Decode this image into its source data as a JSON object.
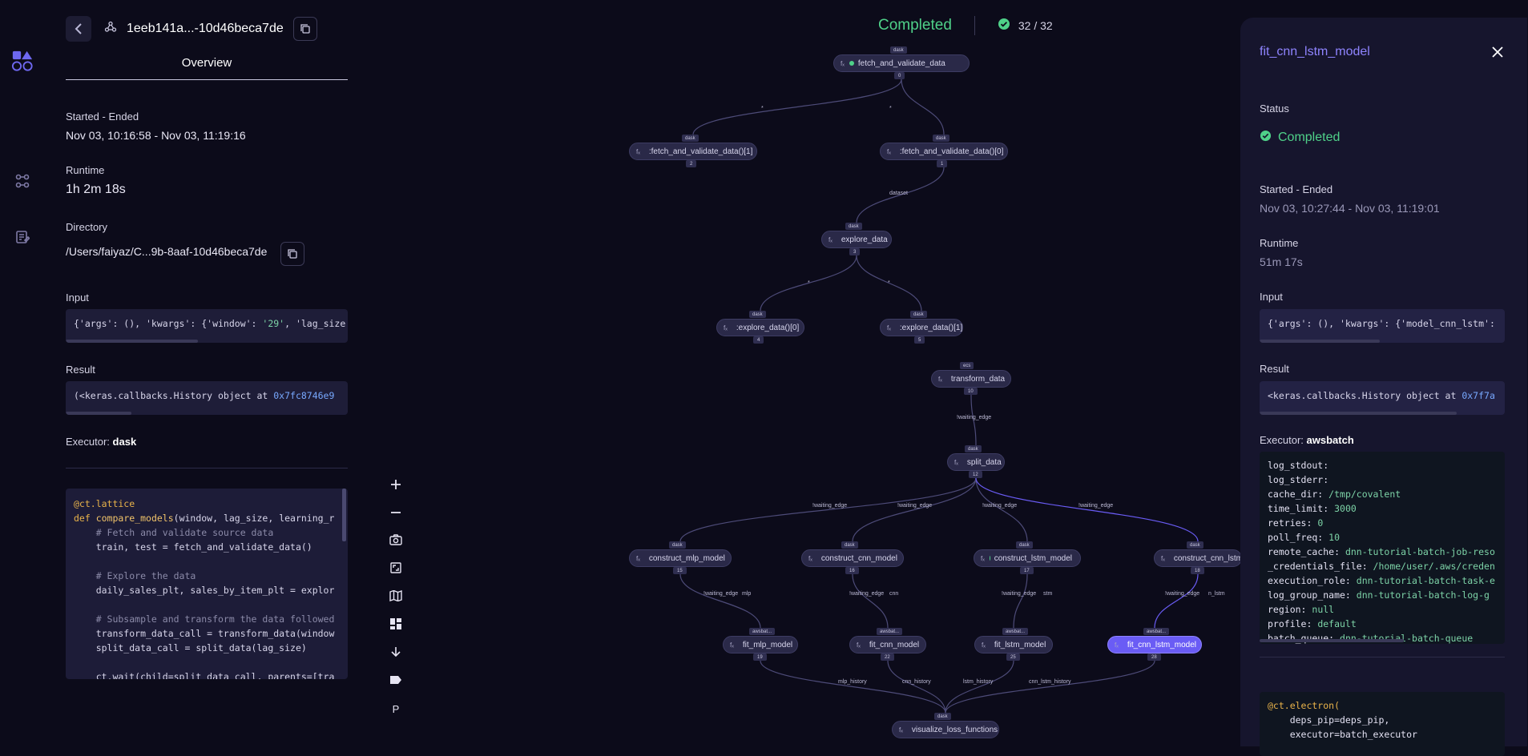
{
  "app": {
    "dispatch_id": "1eeb141a...-10d46beca7de"
  },
  "overview": {
    "tab_label": "Overview",
    "started_label": "Started - Ended",
    "started_value": "Nov 03, 10:16:58 - Nov 03, 11:19:16",
    "runtime_label": "Runtime",
    "runtime_value": "1h 2m 18s",
    "directory_label": "Directory",
    "directory_value": "/Users/faiyaz/C...9b-8aaf-10d46beca7de",
    "input_label": "Input",
    "input_prefix": "{'args': (), 'kwargs': {'window': ",
    "input_str": "'29'",
    "input_suffix": ", 'lag_size",
    "result_label": "Result",
    "result_prefix": "(<keras.callbacks.History object at ",
    "result_hex": "0x7fc8746e9",
    "executor_label": "Executor:",
    "executor_value": "dask"
  },
  "code": {
    "lines": [
      {
        "k": "@ct.lattice"
      },
      {
        "k": "def ",
        "f": "compare_models",
        "r": "(window, lag_size, learning_r"
      },
      {
        "c": "    # Fetch and validate source data"
      },
      {
        "r": "    train, test = fetch_and_validate_data()"
      },
      {
        "r": ""
      },
      {
        "c": "    # Explore the data"
      },
      {
        "r": "    daily_sales_plt, sales_by_item_plt = explor"
      },
      {
        "r": ""
      },
      {
        "c": "    # Subsample and transform the data followed"
      },
      {
        "r": "    transform_data_call = transform_data(window"
      },
      {
        "r": "    split_data_call = split_data(lag_size)"
      },
      {
        "r": ""
      },
      {
        "r": "    ct.wait(child=split_data_call, parents=[tra"
      }
    ]
  },
  "status": {
    "label": "Completed",
    "count": "32 / 32",
    "color": "#4fd189"
  },
  "graph": {
    "nodes": [
      {
        "id": "fetch",
        "label": "fetch_and_validate_data",
        "tag": "dask",
        "num": "0"
      },
      {
        "id": "fv1",
        "label": ":fetch_and_validate_data()[1]",
        "tag": "dask",
        "num": "2"
      },
      {
        "id": "fv0",
        "label": ":fetch_and_validate_data()[0]",
        "tag": "dask",
        "num": "1"
      },
      {
        "id": "explore",
        "label": "explore_data",
        "tag": "dask",
        "num": "3"
      },
      {
        "id": "ex0",
        "label": ":explore_data()[0]",
        "tag": "dask",
        "num": "4"
      },
      {
        "id": "ex1",
        "label": ":explore_data()[1]",
        "tag": "dask",
        "num": "5"
      },
      {
        "id": "transform",
        "label": "transform_data",
        "tag": "ecs",
        "num": "10"
      },
      {
        "id": "split",
        "label": "split_data",
        "tag": "dask",
        "num": "12"
      },
      {
        "id": "cmlp",
        "label": "construct_mlp_model",
        "tag": "dask",
        "num": "15"
      },
      {
        "id": "ccnn",
        "label": "construct_cnn_model",
        "tag": "dask",
        "num": "16"
      },
      {
        "id": "clstm",
        "label": "construct_lstm_model",
        "tag": "dask",
        "num": "17"
      },
      {
        "id": "ccnnl",
        "label": "construct_cnn_lstm",
        "tag": "dask",
        "num": "18"
      },
      {
        "id": "fmlp",
        "label": "fit_mlp_model",
        "tag": "awsbat...",
        "num": "19"
      },
      {
        "id": "fcnn",
        "label": "fit_cnn_model",
        "tag": "awsbat...",
        "num": "22"
      },
      {
        "id": "flstm",
        "label": "fit_lstm_model",
        "tag": "awsbat...",
        "num": "25"
      },
      {
        "id": "fcnnl",
        "label": "fit_cnn_lstm_model",
        "tag": "awsbat...",
        "num": "28"
      },
      {
        "id": "viz",
        "label": "visualize_loss_functions",
        "tag": "dask",
        "num": ""
      }
    ],
    "edge_labels": {
      "star1": "*",
      "star2": "*",
      "dataset": "dataset",
      "star3": "*",
      "star4": "*",
      "we1": "!waiting_edge",
      "we2": "!waiting_edge",
      "we3": "!waiting_edge",
      "we4": "!waiting_edge",
      "we5": "!waiting_edge",
      "we6a": "!waiting_edge",
      "we6b": "mlp",
      "we7a": "!waiting_edge",
      "we7b": "cnn",
      "we8a": "!waiting_edge",
      "we8b": "stm",
      "we9a": "!waiting_edge",
      "we9b": "n_lstm",
      "h1": "mlp_history",
      "h2": "cnn_history",
      "h3": "lstm_history",
      "h4": "cnn_lstm_history"
    }
  },
  "toolbar": {
    "p_label": "P"
  },
  "drawer": {
    "title": "fit_cnn_lstm_model",
    "status_label": "Status",
    "status_value": "Completed",
    "started_label": "Started - Ended",
    "started_value": "Nov 03, 10:27:44 - Nov 03, 11:19:01",
    "runtime_label": "Runtime",
    "runtime_value": "51m 17s",
    "input_label": "Input",
    "input_value": "{'args': (), 'kwargs': {'model_cnn_lstm':",
    "result_label": "Result",
    "result_prefix": "<keras.callbacks.History object at ",
    "result_hex": "0x7f7a",
    "executor_label": "Executor:",
    "executor_value": "awsbatch",
    "executor_kv": [
      {
        "k": "log_stdout:",
        "v": ""
      },
      {
        "k": "log_stderr:",
        "v": ""
      },
      {
        "k": "cache_dir:",
        "v": "/tmp/covalent"
      },
      {
        "k": "time_limit:",
        "v": "3000"
      },
      {
        "k": "retries:",
        "v": "0"
      },
      {
        "k": "poll_freq:",
        "v": "10"
      },
      {
        "k": "remote_cache:",
        "v": "dnn-tutorial-batch-job-reso"
      },
      {
        "k": "_credentials_file:",
        "v": "/home/user/.aws/creden"
      },
      {
        "k": "execution_role:",
        "v": "dnn-tutorial-batch-task-e"
      },
      {
        "k": "log_group_name:",
        "v": "dnn-tutorial-batch-log-g"
      },
      {
        "k": "region:",
        "v": "null"
      },
      {
        "k": "profile:",
        "v": "default"
      },
      {
        "k": "batch_queue:",
        "v": "dnn-tutorial-batch-queue"
      }
    ],
    "code_lines": [
      {
        "k": "@ct.electron("
      },
      {
        "r": "    deps_pip=deps_pip,"
      },
      {
        "r": "    executor=batch_executor"
      }
    ]
  }
}
